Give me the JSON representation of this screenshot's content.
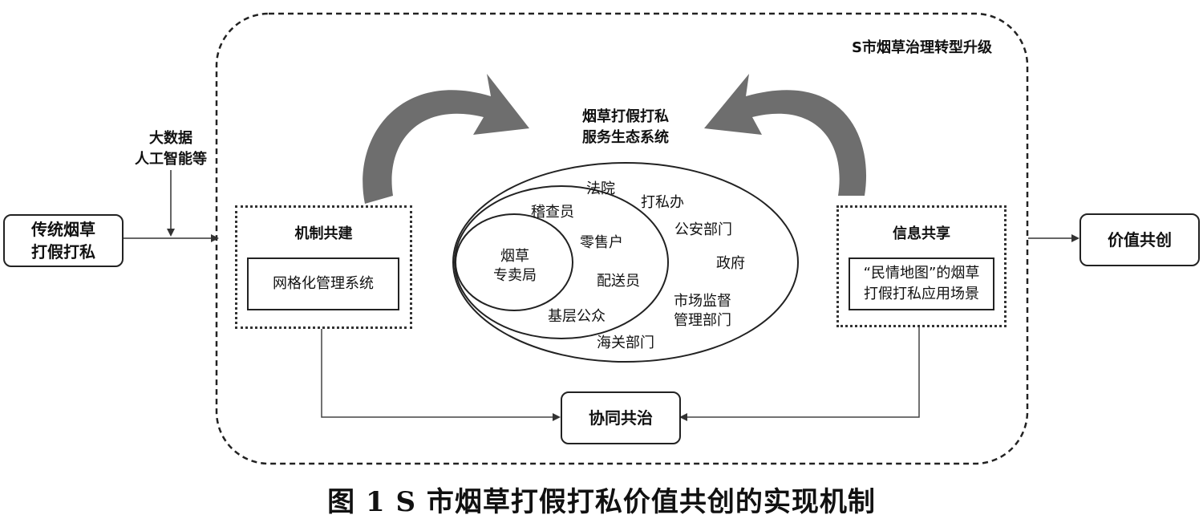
{
  "outer_title": "S市烟草治理转型升级",
  "left_box": [
    "传统烟草",
    "打假打私"
  ],
  "right_box": "价值共创",
  "tech_label": [
    "大数据",
    "人工智能等"
  ],
  "mechanism": {
    "title": "机制共建",
    "inner": "网格化管理系统"
  },
  "info": {
    "title": "信息共享",
    "inner": [
      "“民情地图”的烟草",
      "打假打私应用场景"
    ]
  },
  "ecosystem_title": [
    "烟草打假打私",
    "服务生态系统"
  ],
  "core": [
    "烟草",
    "专卖局"
  ],
  "middle_ring": [
    "稽查员",
    "零售户",
    "配送员",
    "基层公众"
  ],
  "outer_ring": [
    "法院",
    "打私办",
    "公安部门",
    "政府",
    "市场监督",
    "管理部门",
    "海关部门"
  ],
  "collab": "协同共治",
  "caption": "图 1  S 市烟草打假打私价值共创的实现机制"
}
